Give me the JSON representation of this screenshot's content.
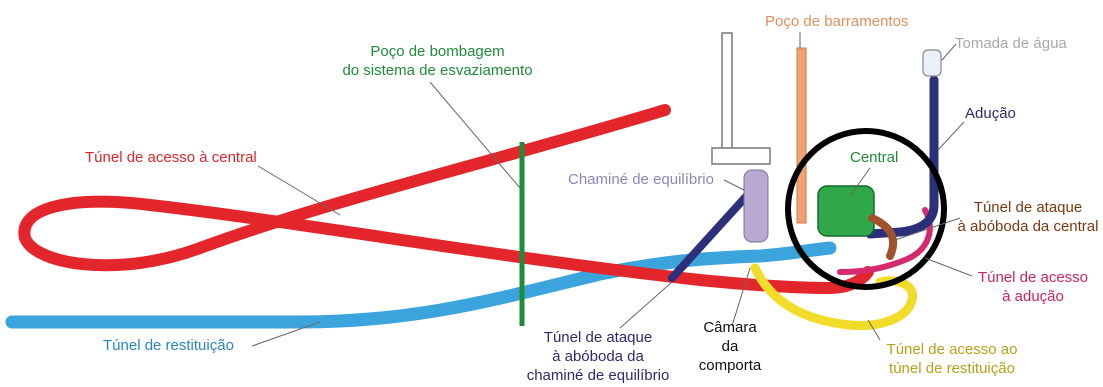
{
  "labels": {
    "poco_barramentos": "Poço de barramentos",
    "tomada_agua": "Tomada de água",
    "poco_bombagem": [
      "Poço de bombagem",
      "do sistema de esvaziamento"
    ],
    "aducao": "Adução",
    "tunel_acesso_central": "Túnel de acesso à central",
    "central": "Central",
    "chamine_equilibrio": "Chaminé de equilíbrio",
    "tunel_ataque_abobada_central": [
      "Túnel de ataque",
      "à abóboda da central"
    ],
    "tunel_acesso_aducao": [
      "Túnel de acesso",
      "à adução"
    ],
    "tunel_restituicao": "Túnel de restituição",
    "tunel_ataque_chamine": [
      "Túnel de ataque",
      "à abóboda da",
      "chaminé de equilíbrio"
    ],
    "camara_comporta": [
      "Câmara",
      "da",
      "comporta"
    ],
    "tunel_acesso_restituicao": [
      "Túnel de acesso ao",
      "túnel de restituição"
    ]
  },
  "colors": {
    "red_tunnel": "#e3262b",
    "blue_tunnel": "#3ba4dc",
    "green_shaft": "#1e8a3c",
    "navy_tunnel": "#2c2f7a",
    "orange_shaft": "#f0a372",
    "lilac_chamber": "#b7a9cf",
    "yellow_tunnel": "#f2dc2a",
    "brown_tunnel": "#a0522d",
    "magenta_tunnel": "#d62a6e",
    "highlight_circle": "#000000",
    "label_gray": "#8a8a8a",
    "label_lightgray": "#a8a8a8",
    "label_lilac": "#8f85b8",
    "label_darkyellow": "#b5a21a",
    "label_darkbrown": "#7a3a10",
    "label_brown": "#8b4513",
    "label_magenta": "#c8255e",
    "label_blue": "#2a86c0",
    "label_navy": "#2b2b6e",
    "label_green": "#1f8a3a",
    "label_red": "#d9262b",
    "label_black": "#111111"
  }
}
